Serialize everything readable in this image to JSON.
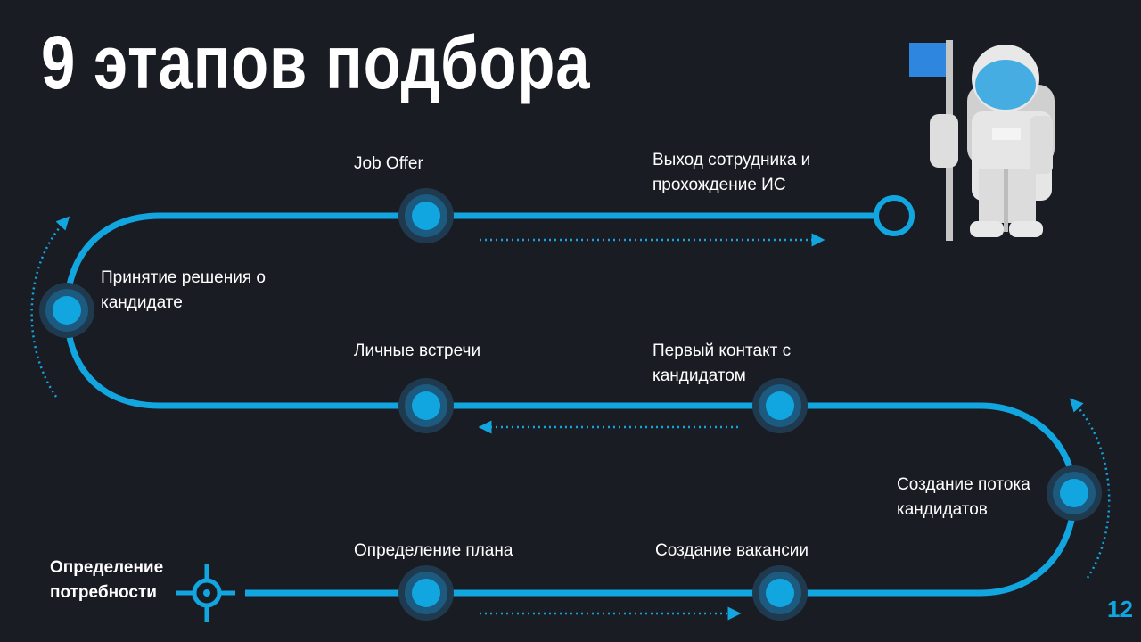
{
  "title": "9 этапов подбора",
  "stages": [
    {
      "label": "Определение потребности"
    },
    {
      "label": "Определение плана"
    },
    {
      "label": "Создание вакансии"
    },
    {
      "label": "Создание потока кандидатов"
    },
    {
      "label": "Первый контакт с кандидатом"
    },
    {
      "label": "Личные встречи"
    },
    {
      "label": "Принятие решения о кандидате"
    },
    {
      "label": "Job Offer"
    },
    {
      "label": "Выход сотрудника и прохождение ИС"
    }
  ],
  "page_number": "12",
  "colors": {
    "background": "#1a1c24",
    "accent": "#12a6e0",
    "text": "#ffffff"
  }
}
